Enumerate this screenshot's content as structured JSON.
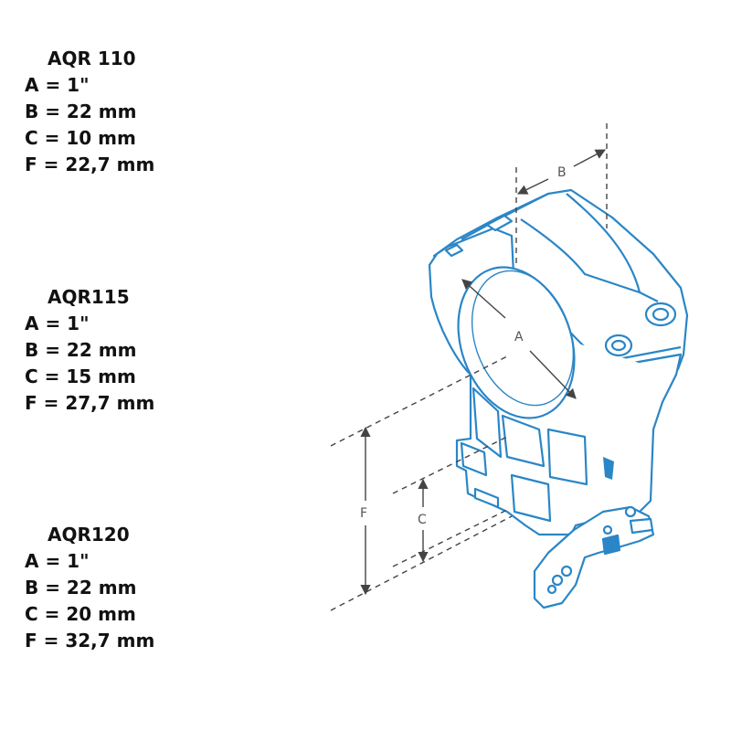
{
  "specs": [
    {
      "title": "AQR 110",
      "lines": [
        "A = 1\"",
        "B = 22 mm",
        "C = 10 mm",
        "F = 22,7 mm"
      ]
    },
    {
      "title": "AQR115",
      "lines": [
        "A = 1\"",
        "B = 22 mm",
        "C = 15 mm",
        "F = 27,7 mm"
      ]
    },
    {
      "title": "AQR120",
      "lines": [
        "A = 1\"",
        "B = 22 mm",
        "C = 20 mm",
        "F = 32,7 mm"
      ]
    }
  ],
  "diagram": {
    "labels": {
      "a": "A",
      "b": "B",
      "c": "C",
      "f": "F"
    },
    "colors": {
      "outline": "#2a86c6",
      "fill": "#ffffff",
      "dimension": "#444444"
    }
  }
}
